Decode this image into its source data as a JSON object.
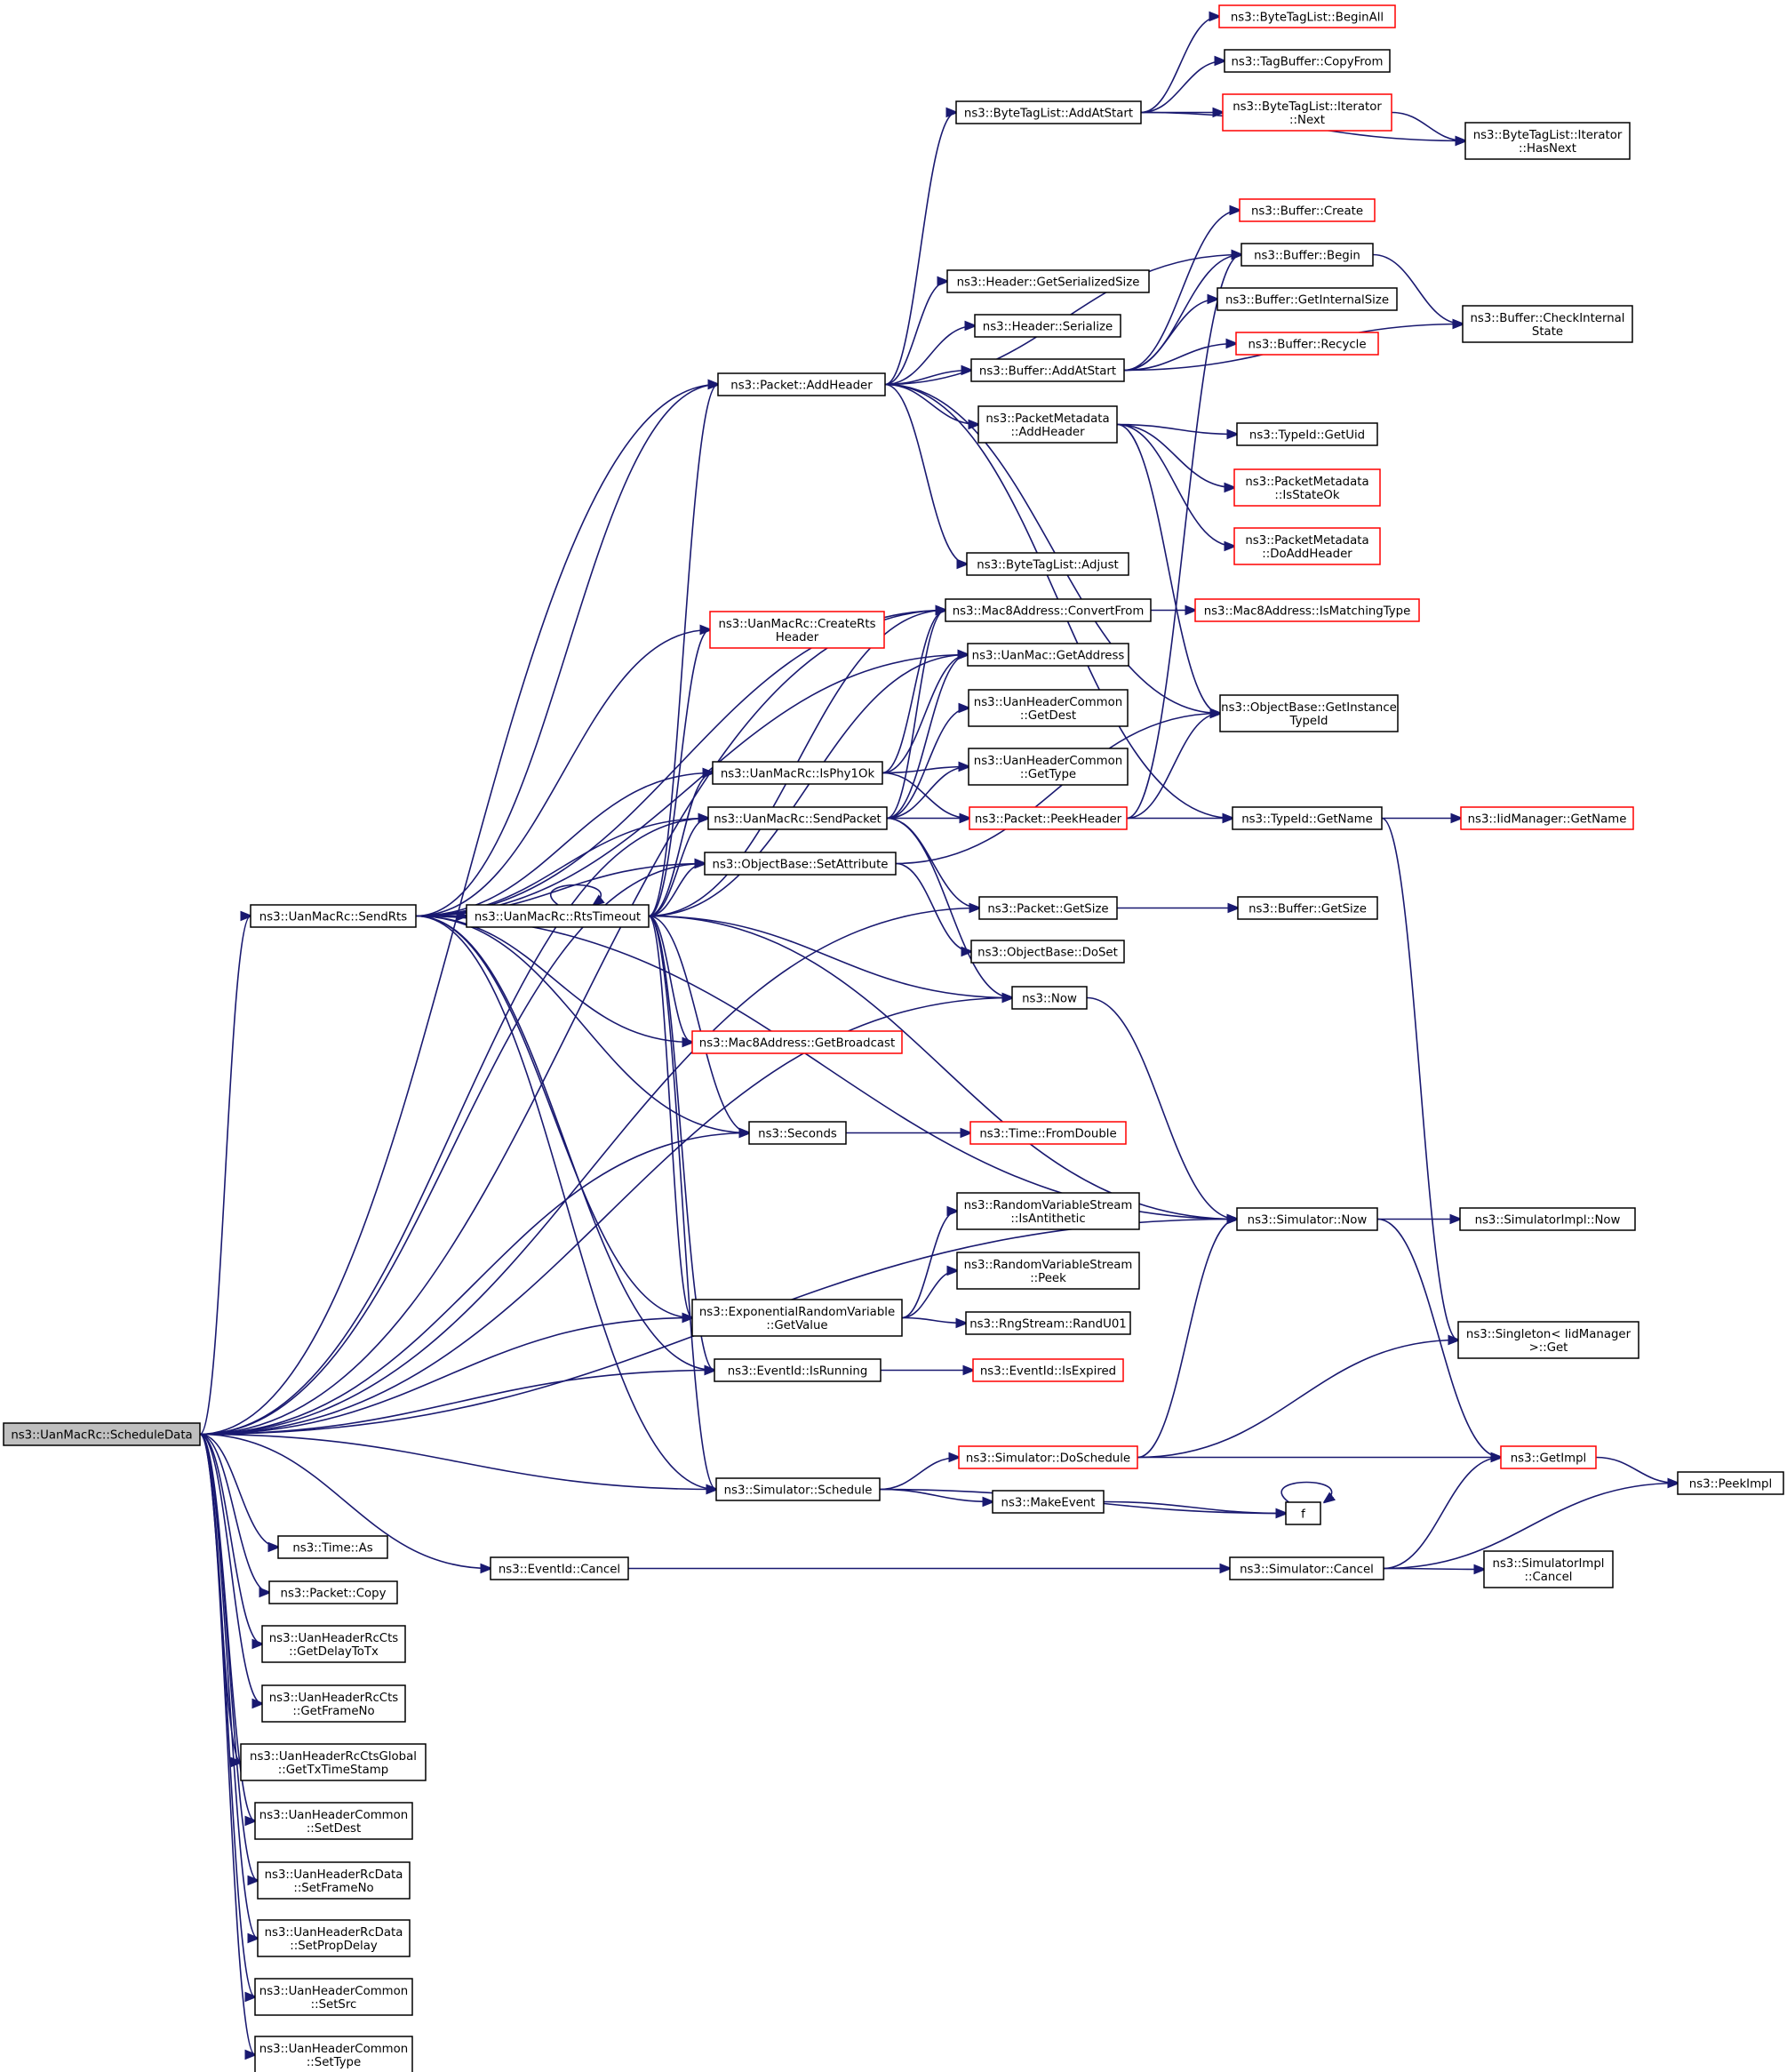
{
  "nodes": {
    "scheduleData": {
      "lines": [
        "ns3::UanMacRc::ScheduleData"
      ],
      "style": "root"
    },
    "sendRts": {
      "lines": [
        "ns3::UanMacRc::SendRts"
      ]
    },
    "rtsTimeout": {
      "lines": [
        "ns3::UanMacRc::RtsTimeout"
      ]
    },
    "timeAs": {
      "lines": [
        "ns3::Time::As"
      ]
    },
    "packetCopy": {
      "lines": [
        "ns3::Packet::Copy"
      ]
    },
    "getDelayToTx": {
      "lines": [
        "ns3::UanHeaderRcCts",
        "::GetDelayToTx"
      ]
    },
    "getFrameNo": {
      "lines": [
        "ns3::UanHeaderRcCts",
        "::GetFrameNo"
      ]
    },
    "getTxTimeStamp": {
      "lines": [
        "ns3::UanHeaderRcCtsGlobal",
        "::GetTxTimeStamp"
      ]
    },
    "setDest": {
      "lines": [
        "ns3::UanHeaderCommon",
        "::SetDest"
      ]
    },
    "setFrameNo": {
      "lines": [
        "ns3::UanHeaderRcData",
        "::SetFrameNo"
      ]
    },
    "setPropDelay": {
      "lines": [
        "ns3::UanHeaderRcData",
        "::SetPropDelay"
      ]
    },
    "setSrc": {
      "lines": [
        "ns3::UanHeaderCommon",
        "::SetSrc"
      ]
    },
    "setType": {
      "lines": [
        "ns3::UanHeaderCommon",
        "::SetType"
      ]
    },
    "eventCancel": {
      "lines": [
        "ns3::EventId::Cancel"
      ]
    },
    "addHeader": {
      "lines": [
        "ns3::Packet::AddHeader"
      ]
    },
    "createRtsHeader": {
      "lines": [
        "ns3::UanMacRc::CreateRts",
        "Header"
      ],
      "style": "red"
    },
    "isPhy1Ok": {
      "lines": [
        "ns3::UanMacRc::IsPhy1Ok"
      ]
    },
    "sendPacket": {
      "lines": [
        "ns3::UanMacRc::SendPacket"
      ]
    },
    "setAttribute": {
      "lines": [
        "ns3::ObjectBase::SetAttribute"
      ]
    },
    "getBroadcast": {
      "lines": [
        "ns3::Mac8Address::GetBroadcast"
      ],
      "style": "red"
    },
    "seconds": {
      "lines": [
        "ns3::Seconds"
      ]
    },
    "expGetValue": {
      "lines": [
        "ns3::ExponentialRandomVariable",
        "::GetValue"
      ]
    },
    "isRunning": {
      "lines": [
        "ns3::EventId::IsRunning"
      ]
    },
    "simSchedule": {
      "lines": [
        "ns3::Simulator::Schedule"
      ]
    },
    "byteTagAddAtStart": {
      "lines": [
        "ns3::ByteTagList::AddAtStart"
      ]
    },
    "headerGetSerializedSize": {
      "lines": [
        "ns3::Header::GetSerializedSize"
      ]
    },
    "headerSerialize": {
      "lines": [
        "ns3::Header::Serialize"
      ]
    },
    "bufferAddAtStart": {
      "lines": [
        "ns3::Buffer::AddAtStart"
      ]
    },
    "pmAddHeader": {
      "lines": [
        "ns3::PacketMetadata",
        "::AddHeader"
      ]
    },
    "byteTagAdjust": {
      "lines": [
        "ns3::ByteTagList::Adjust"
      ]
    },
    "convertFrom": {
      "lines": [
        "ns3::Mac8Address::ConvertFrom"
      ]
    },
    "getAddress": {
      "lines": [
        "ns3::UanMac::GetAddress"
      ]
    },
    "getDest": {
      "lines": [
        "ns3::UanHeaderCommon",
        "::GetDest"
      ]
    },
    "getType": {
      "lines": [
        "ns3::UanHeaderCommon",
        "::GetType"
      ]
    },
    "peekHeader": {
      "lines": [
        "ns3::Packet::PeekHeader"
      ],
      "style": "red"
    },
    "packetGetSize": {
      "lines": [
        "ns3::Packet::GetSize"
      ]
    },
    "doSet": {
      "lines": [
        "ns3::ObjectBase::DoSet"
      ]
    },
    "ns3Now": {
      "lines": [
        "ns3::Now"
      ]
    },
    "fromDouble": {
      "lines": [
        "ns3::Time::FromDouble"
      ],
      "style": "red"
    },
    "isAntithetic": {
      "lines": [
        "ns3::RandomVariableStream",
        "::IsAntithetic"
      ]
    },
    "rvsPeek": {
      "lines": [
        "ns3::RandomVariableStream",
        "::Peek"
      ]
    },
    "randU01": {
      "lines": [
        "ns3::RngStream::RandU01"
      ]
    },
    "isExpired": {
      "lines": [
        "ns3::EventId::IsExpired"
      ],
      "style": "red"
    },
    "doSchedule": {
      "lines": [
        "ns3::Simulator::DoSchedule"
      ],
      "style": "red"
    },
    "makeEvent": {
      "lines": [
        "ns3::MakeEvent"
      ]
    },
    "beginAll": {
      "lines": [
        "ns3::ByteTagList::BeginAll"
      ],
      "style": "red"
    },
    "tagBufferCopyFrom": {
      "lines": [
        "ns3::TagBuffer::CopyFrom"
      ]
    },
    "iterNext": {
      "lines": [
        "ns3::ByteTagList::Iterator",
        "::Next"
      ],
      "style": "red"
    },
    "bufferCreate": {
      "lines": [
        "ns3::Buffer::Create"
      ],
      "style": "red"
    },
    "bufferBegin": {
      "lines": [
        "ns3::Buffer::Begin"
      ]
    },
    "getInternalSize": {
      "lines": [
        "ns3::Buffer::GetInternalSize"
      ]
    },
    "bufferRecycle": {
      "lines": [
        "ns3::Buffer::Recycle"
      ],
      "style": "red"
    },
    "typeIdGetUid": {
      "lines": [
        "ns3::TypeId::GetUid"
      ]
    },
    "isStateOk": {
      "lines": [
        "ns3::PacketMetadata",
        "::IsStateOk"
      ],
      "style": "red"
    },
    "doAddHeader": {
      "lines": [
        "ns3::PacketMetadata",
        "::DoAddHeader"
      ],
      "style": "red"
    },
    "isMatchingType": {
      "lines": [
        "ns3::Mac8Address::IsMatchingType"
      ],
      "style": "red"
    },
    "getInstanceTypeId": {
      "lines": [
        "ns3::ObjectBase::GetInstance",
        "TypeId"
      ]
    },
    "typeIdGetName": {
      "lines": [
        "ns3::TypeId::GetName"
      ]
    },
    "bufferGetSize": {
      "lines": [
        "ns3::Buffer::GetSize"
      ]
    },
    "simNow": {
      "lines": [
        "ns3::Simulator::Now"
      ]
    },
    "simCancel": {
      "lines": [
        "ns3::Simulator::Cancel"
      ]
    },
    "f": {
      "lines": [
        "f"
      ]
    },
    "iterHasNext": {
      "lines": [
        "ns3::ByteTagList::Iterator",
        "::HasNext"
      ]
    },
    "checkInternalState": {
      "lines": [
        "ns3::Buffer::CheckInternal",
        "State"
      ]
    },
    "iidGetName": {
      "lines": [
        "ns3::IidManager::GetName"
      ],
      "style": "red"
    },
    "simImplNow": {
      "lines": [
        "ns3::SimulatorImpl::Now"
      ]
    },
    "singletonGet": {
      "lines": [
        "ns3::Singleton< IidManager",
        " >::Get"
      ]
    },
    "getImpl": {
      "lines": [
        "ns3::GetImpl"
      ],
      "style": "red"
    },
    "simImplCancel": {
      "lines": [
        "ns3::SimulatorImpl",
        "::Cancel"
      ]
    },
    "peekImpl": {
      "lines": [
        "ns3::PeekImpl"
      ]
    }
  },
  "edges": [
    [
      "scheduleData",
      "sendRts"
    ],
    [
      "scheduleData",
      "timeAs"
    ],
    [
      "scheduleData",
      "packetCopy"
    ],
    [
      "scheduleData",
      "getDelayToTx"
    ],
    [
      "scheduleData",
      "getFrameNo"
    ],
    [
      "scheduleData",
      "getTxTimeStamp"
    ],
    [
      "scheduleData",
      "setDest"
    ],
    [
      "scheduleData",
      "setFrameNo"
    ],
    [
      "scheduleData",
      "setPropDelay"
    ],
    [
      "scheduleData",
      "setSrc"
    ],
    [
      "scheduleData",
      "setType"
    ],
    [
      "scheduleData",
      "eventCancel"
    ],
    [
      "scheduleData",
      "addHeader"
    ],
    [
      "scheduleData",
      "convertFrom"
    ],
    [
      "scheduleData",
      "sendPacket"
    ],
    [
      "scheduleData",
      "setAttribute"
    ],
    [
      "scheduleData",
      "seconds"
    ],
    [
      "scheduleData",
      "expGetValue"
    ],
    [
      "scheduleData",
      "isRunning"
    ],
    [
      "scheduleData",
      "simSchedule"
    ],
    [
      "scheduleData",
      "packetGetSize"
    ],
    [
      "scheduleData",
      "ns3Now"
    ],
    [
      "scheduleData",
      "simNow"
    ],
    [
      "sendRts",
      "rtsTimeout"
    ],
    [
      "sendRts",
      "addHeader"
    ],
    [
      "sendRts",
      "convertFrom"
    ],
    [
      "sendRts",
      "getAddress"
    ],
    [
      "sendRts",
      "createRtsHeader"
    ],
    [
      "sendRts",
      "isPhy1Ok"
    ],
    [
      "sendRts",
      "sendPacket"
    ],
    [
      "sendRts",
      "setAttribute"
    ],
    [
      "sendRts",
      "getBroadcast"
    ],
    [
      "sendRts",
      "seconds"
    ],
    [
      "sendRts",
      "expGetValue"
    ],
    [
      "sendRts",
      "isRunning"
    ],
    [
      "sendRts",
      "simSchedule"
    ],
    [
      "sendRts",
      "simNow"
    ],
    [
      "rtsTimeout",
      "rtsTimeout"
    ],
    [
      "rtsTimeout",
      "addHeader"
    ],
    [
      "rtsTimeout",
      "convertFrom"
    ],
    [
      "rtsTimeout",
      "getAddress"
    ],
    [
      "rtsTimeout",
      "createRtsHeader"
    ],
    [
      "rtsTimeout",
      "isPhy1Ok"
    ],
    [
      "rtsTimeout",
      "sendPacket"
    ],
    [
      "rtsTimeout",
      "setAttribute"
    ],
    [
      "rtsTimeout",
      "getBroadcast"
    ],
    [
      "rtsTimeout",
      "seconds"
    ],
    [
      "rtsTimeout",
      "expGetValue"
    ],
    [
      "rtsTimeout",
      "isRunning"
    ],
    [
      "rtsTimeout",
      "simSchedule"
    ],
    [
      "rtsTimeout",
      "ns3Now"
    ],
    [
      "rtsTimeout",
      "simNow"
    ],
    [
      "eventCancel",
      "simCancel"
    ],
    [
      "addHeader",
      "byteTagAddAtStart"
    ],
    [
      "addHeader",
      "headerGetSerializedSize"
    ],
    [
      "addHeader",
      "headerSerialize"
    ],
    [
      "addHeader",
      "bufferAddAtStart"
    ],
    [
      "addHeader",
      "pmAddHeader"
    ],
    [
      "addHeader",
      "byteTagAdjust"
    ],
    [
      "addHeader",
      "bufferBegin"
    ],
    [
      "addHeader",
      "getInstanceTypeId"
    ],
    [
      "addHeader",
      "typeIdGetName"
    ],
    [
      "isPhy1Ok",
      "getAddress"
    ],
    [
      "isPhy1Ok",
      "convertFrom"
    ],
    [
      "isPhy1Ok",
      "getType"
    ],
    [
      "isPhy1Ok",
      "peekHeader"
    ],
    [
      "sendPacket",
      "convertFrom"
    ],
    [
      "sendPacket",
      "getAddress"
    ],
    [
      "sendPacket",
      "getDest"
    ],
    [
      "sendPacket",
      "getType"
    ],
    [
      "sendPacket",
      "peekHeader"
    ],
    [
      "sendPacket",
      "packetGetSize"
    ],
    [
      "sendPacket",
      "ns3Now"
    ],
    [
      "setAttribute",
      "getInstanceTypeId"
    ],
    [
      "setAttribute",
      "doSet"
    ],
    [
      "seconds",
      "fromDouble"
    ],
    [
      "expGetValue",
      "isAntithetic"
    ],
    [
      "expGetValue",
      "rvsPeek"
    ],
    [
      "expGetValue",
      "randU01"
    ],
    [
      "isRunning",
      "isExpired"
    ],
    [
      "simSchedule",
      "doSchedule"
    ],
    [
      "simSchedule",
      "makeEvent"
    ],
    [
      "simSchedule",
      "f"
    ],
    [
      "byteTagAddAtStart",
      "beginAll"
    ],
    [
      "byteTagAddAtStart",
      "tagBufferCopyFrom"
    ],
    [
      "byteTagAddAtStart",
      "iterNext"
    ],
    [
      "byteTagAddAtStart",
      "iterHasNext"
    ],
    [
      "iterNext",
      "iterHasNext"
    ],
    [
      "bufferAddAtStart",
      "bufferCreate"
    ],
    [
      "bufferAddAtStart",
      "bufferBegin"
    ],
    [
      "bufferAddAtStart",
      "getInternalSize"
    ],
    [
      "bufferAddAtStart",
      "bufferRecycle"
    ],
    [
      "bufferAddAtStart",
      "checkInternalState"
    ],
    [
      "bufferBegin",
      "checkInternalState"
    ],
    [
      "pmAddHeader",
      "typeIdGetUid"
    ],
    [
      "pmAddHeader",
      "isStateOk"
    ],
    [
      "pmAddHeader",
      "doAddHeader"
    ],
    [
      "pmAddHeader",
      "getInstanceTypeId"
    ],
    [
      "convertFrom",
      "isMatchingType"
    ],
    [
      "peekHeader",
      "getInstanceTypeId"
    ],
    [
      "peekHeader",
      "typeIdGetName"
    ],
    [
      "peekHeader",
      "bufferBegin"
    ],
    [
      "typeIdGetName",
      "iidGetName"
    ],
    [
      "typeIdGetName",
      "singletonGet"
    ],
    [
      "packetGetSize",
      "bufferGetSize"
    ],
    [
      "ns3Now",
      "simNow"
    ],
    [
      "simNow",
      "simImplNow"
    ],
    [
      "simNow",
      "getImpl"
    ],
    [
      "doSchedule",
      "simNow"
    ],
    [
      "doSchedule",
      "getImpl"
    ],
    [
      "doSchedule",
      "singletonGet"
    ],
    [
      "makeEvent",
      "f"
    ],
    [
      "f",
      "f"
    ],
    [
      "simCancel",
      "simImplCancel"
    ],
    [
      "simCancel",
      "getImpl"
    ],
    [
      "simCancel",
      "peekImpl"
    ],
    [
      "getImpl",
      "peekImpl"
    ]
  ]
}
